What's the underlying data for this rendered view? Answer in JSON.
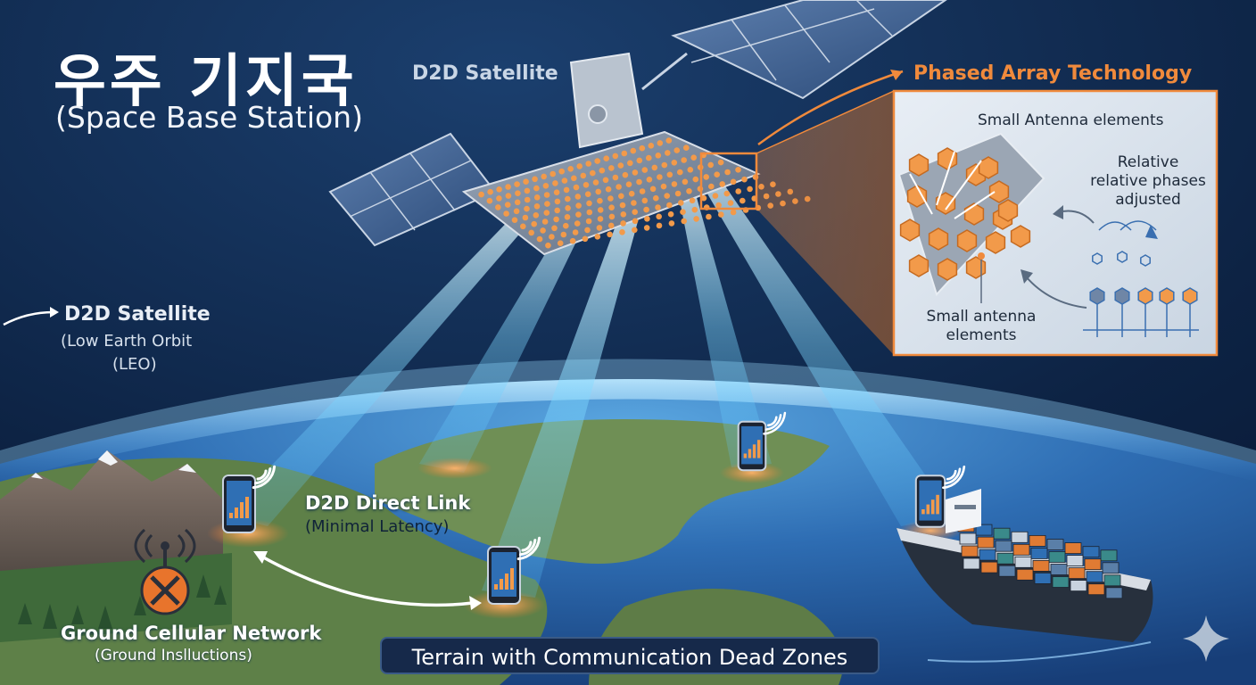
{
  "title": {
    "korean": "우주 기지국",
    "english": "(Space Base Station)"
  },
  "satellite": {
    "label": "D2D Satellite"
  },
  "phased_array": {
    "title": "Phased Array Technology",
    "label_top": "Small Antenna elements",
    "label_right_line1": "Relative",
    "label_right_line2": "relative phases",
    "label_right_line3": "adjusted",
    "label_bottom_line1": "Small antenna",
    "label_bottom_line2": "elements"
  },
  "orbit": {
    "title": "D2D Satellite",
    "line1": "(Low Earth Orbit",
    "line2": "(LEO)"
  },
  "direct_link": {
    "title": "D2D Direct Link",
    "subtitle": "(Minimal Latency)"
  },
  "ground_network": {
    "title": "Ground Cellular Network",
    "subtitle": "(Ground Inslluctions)"
  },
  "terrain_banner": "Terrain with Communication Dead Zones",
  "colors": {
    "space": "#0b1a33",
    "accent_orange": "#f08a3c",
    "beam": "#7fd8ff",
    "ocean": "#2f6fb4",
    "land": "#6f8f55"
  }
}
